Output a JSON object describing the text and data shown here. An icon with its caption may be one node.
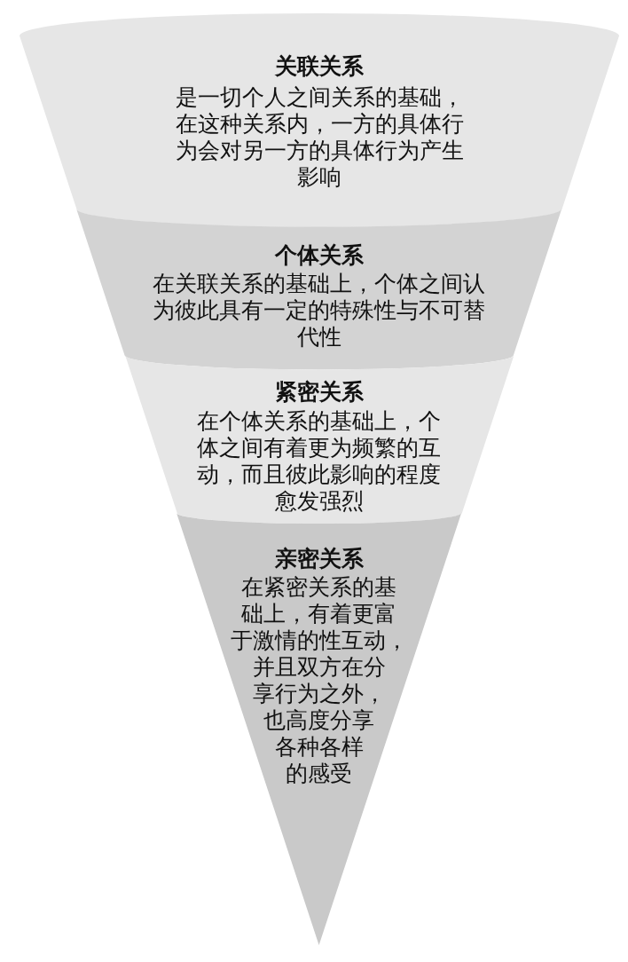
{
  "diagram": {
    "nodes": [
      {
        "text": [
          "关联关系",
          "是一切个人之间关系的基础，在这种关系内，一方的具体行为会对另一方的具体行为产生影响"
        ]
      },
      {
        "text": [
          "个体关系",
          "在关联关系的基础上，个体之间认为彼此具有一定的特殊性与不可替代性"
        ]
      },
      {
        "text": [
          "紧密关系",
          "在个体关系的基础上，个体之间有着更为频繁的互动，而且彼此影响的程度愈发强烈"
        ]
      },
      {
        "text": [
          "亲密关系",
          "在紧密关系的基础上，有着更富于激情的性互动，并且双方在分享行为之外，也高度分享各种各样的感受"
        ]
      }
    ]
  }
}
